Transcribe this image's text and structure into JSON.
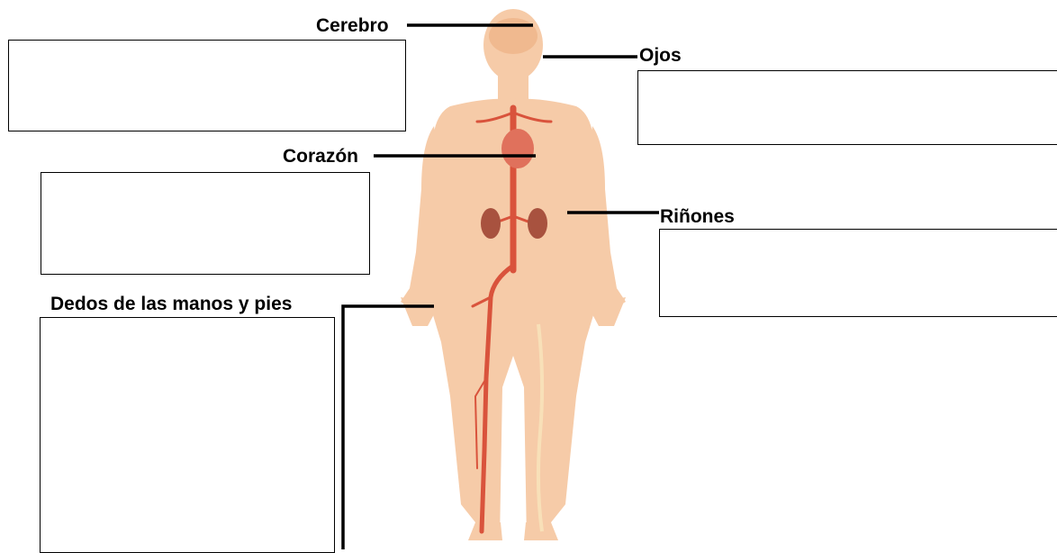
{
  "labels": {
    "cerebro": "Cerebro",
    "ojos": "Ojos",
    "corazon": "Corazón",
    "rinones": "Riñones",
    "dedos": "Dedos de las manos y pies"
  },
  "colors": {
    "skin": "#f6cba8",
    "skin_shadow": "#eab58e",
    "artery": "#d9533c",
    "kidney": "#a8523f",
    "brain": "#f0b98f",
    "vein_light": "#f8e0b8",
    "leader_line": "#000000"
  },
  "boxes": {
    "cerebro_box": "",
    "ojos_box": "",
    "corazon_box": "",
    "rinones_box": "",
    "dedos_box": ""
  }
}
